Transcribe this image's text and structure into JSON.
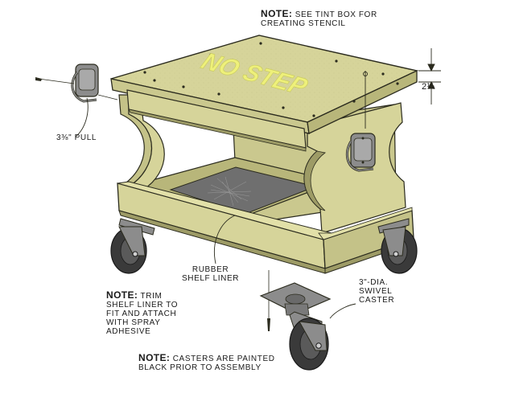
{
  "stencil_text": "NO STEP",
  "dimension_label": "2¼",
  "pull_label": "3⅜\" PULL",
  "rubber_label": [
    "RUBBER",
    "SHELF LINER"
  ],
  "caster_label": [
    "3\"-DIA.",
    "SWIVEL",
    "CASTER"
  ],
  "note_keyword": "NOTE:",
  "note_top": [
    "SEE TINT BOX FOR",
    "CREATING STENCIL"
  ],
  "note_trim": [
    "TRIM",
    "SHELF LINER TO",
    "FIT AND ATTACH",
    "WITH SPRAY",
    "ADHESIVE"
  ],
  "note_casters": [
    "CASTERS ARE PAINTED",
    "BLACK PRIOR TO ASSEMBLY"
  ],
  "colors": {
    "wood": "#d6d49a",
    "wood_dark": "#b8b67a",
    "wood_shadow": "#9d9b66",
    "stencil": "#eef07a",
    "liner": "#6f6f6f",
    "metal": "#8c8c8c",
    "wheel": "#3a3a3a",
    "outline": "#2b2b1e"
  }
}
